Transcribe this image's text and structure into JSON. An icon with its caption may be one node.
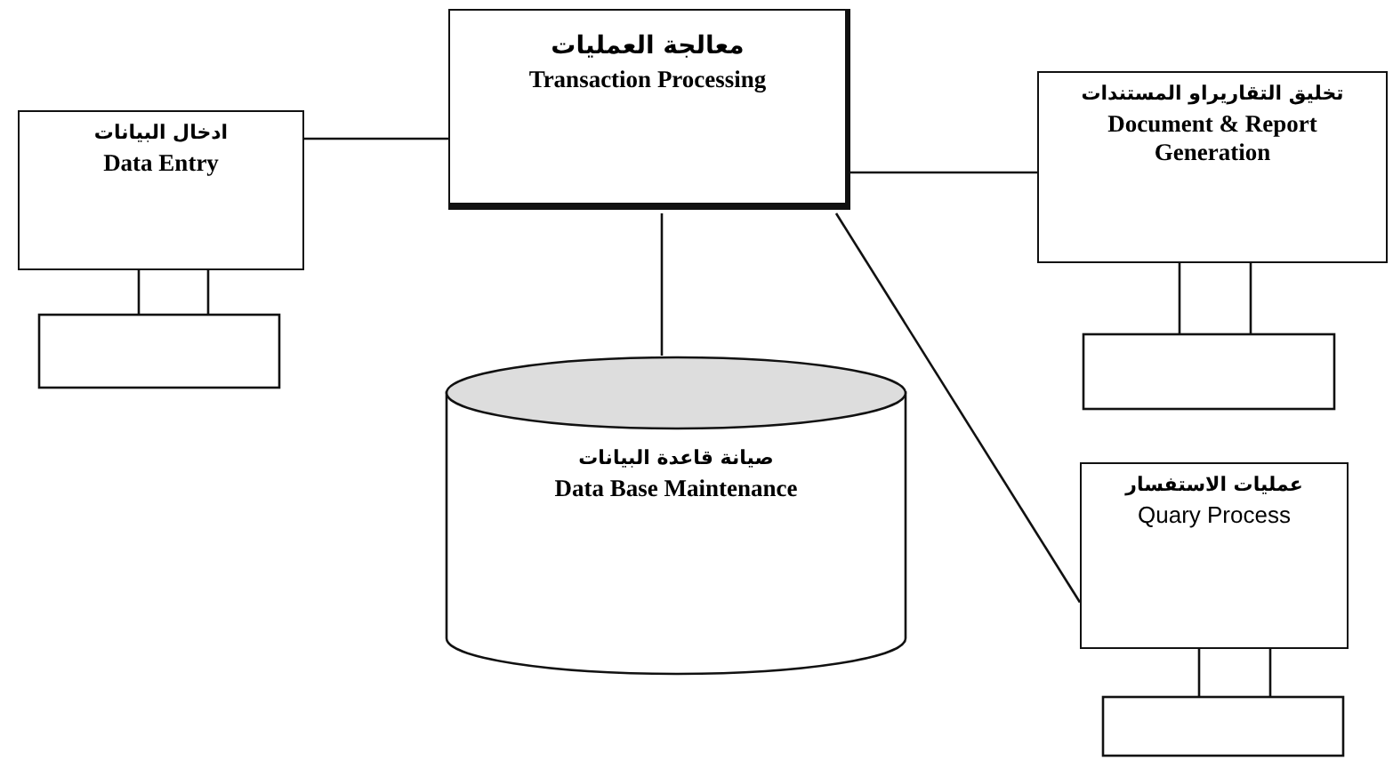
{
  "diagram": {
    "nodes": [
      {
        "text": [
          "ادخال البيانات",
          "Data Entry"
        ]
      },
      {
        "text": [
          "معالجة العمليات",
          "Transaction Processing"
        ]
      },
      {
        "text": [
          "تخليق التقاريراو المستندات",
          "Document & Report Generation"
        ]
      },
      {
        "text": [
          "صيانة قاعدة البيانات",
          "Data Base Maintenance"
        ]
      },
      {
        "text": [
          "عمليات الاستفسار",
          "Quary Process"
        ]
      }
    ],
    "edges": [
      {
        "from": 0,
        "to": 1,
        "arrow": "none"
      },
      {
        "from": 1,
        "to": 2,
        "arrow": "none"
      },
      {
        "from": 1,
        "to": 3,
        "arrow": "none"
      },
      {
        "from": 1,
        "to": 4,
        "arrow": "none"
      }
    ]
  }
}
